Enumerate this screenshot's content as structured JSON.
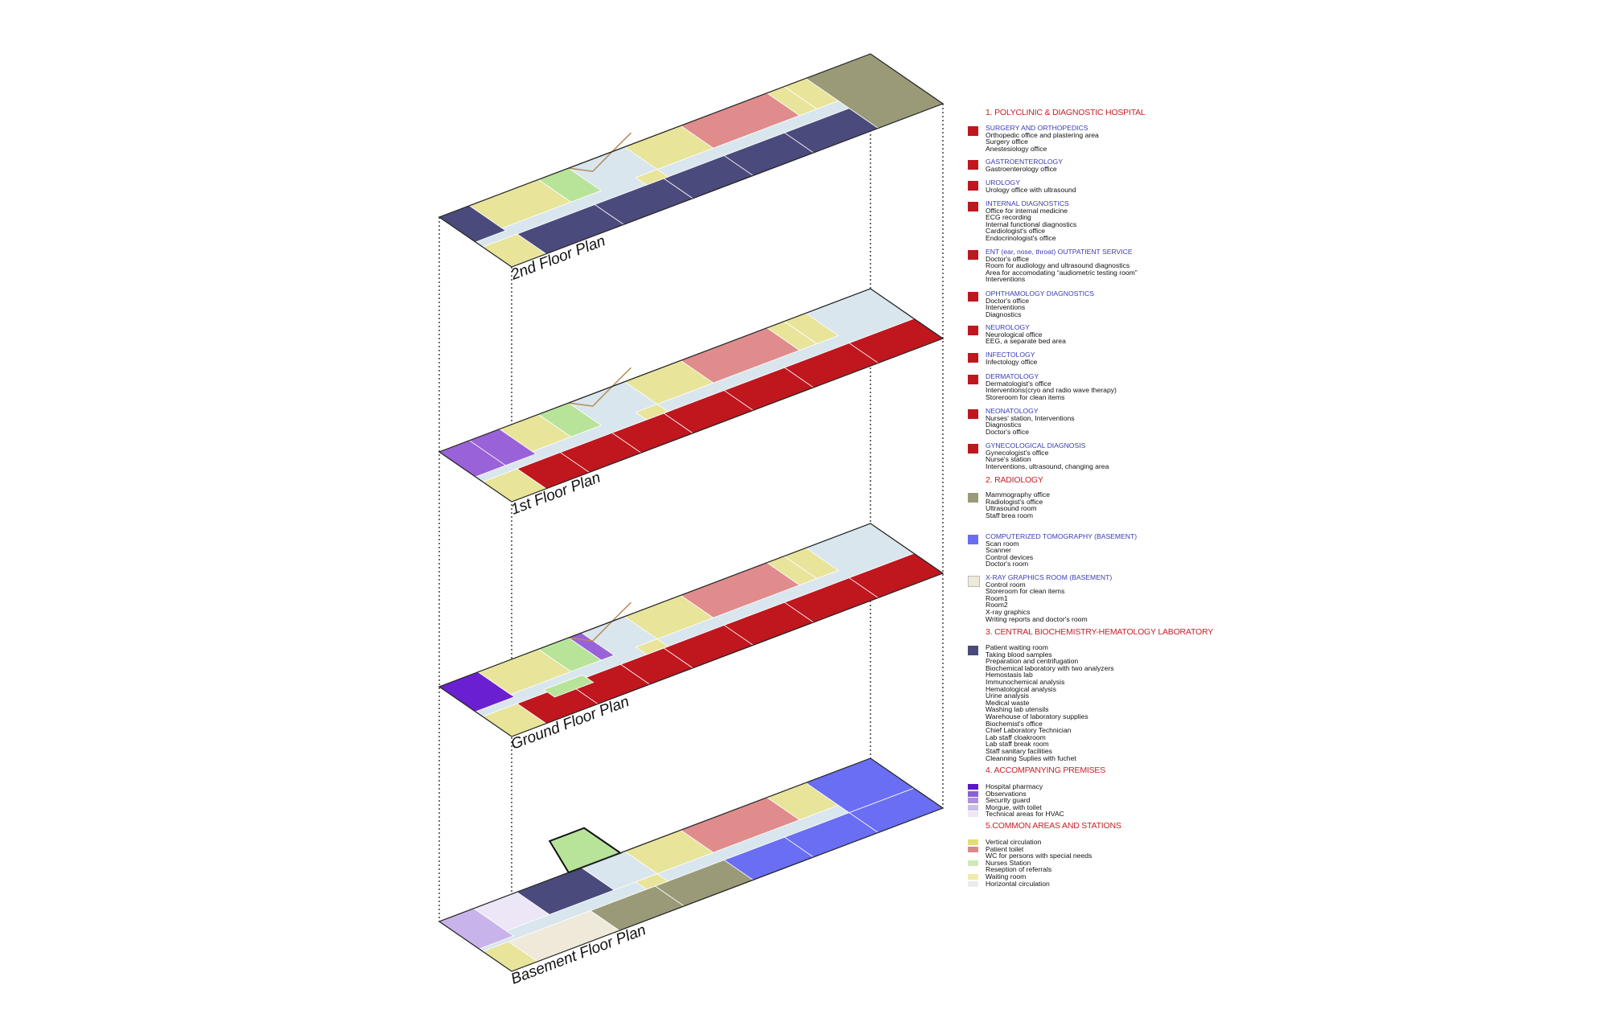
{
  "colors": {
    "red": "#c0161e",
    "navy": "#4a4a7c",
    "yellow": "#e8e49a",
    "lightblue": "#d9e6ee",
    "pink": "#e08c8c",
    "green": "#b8e49a",
    "olive": "#9b9a78",
    "purple": "#9a62d8",
    "violet": "#6a1fd0",
    "lavender": "#c8b4ea",
    "paleLav": "#ece6f6",
    "beige": "#efe9da",
    "ctblue": "#6a6ef2",
    "header": "#c8202a",
    "subhead": "#3a3ab8"
  },
  "floors": [
    {
      "label": "2nd Floor Plan"
    },
    {
      "label": "1st Floor Plan"
    },
    {
      "label": "Ground Floor Plan"
    },
    {
      "label": "Basement Floor Plan"
    }
  ],
  "legend": {
    "sections": [
      "1. POLYCLINIC & DIAGNOSTIC HOSPITAL",
      "2. RADIOLOGY",
      "3. CENTRAL BIOCHEMISTRY-HEMATOLOGY LABORATORY",
      "4. ACCOMPANYING PREMISES",
      "5.COMMON AREAS AND STATIONS"
    ],
    "groups": [
      {
        "color": "#c0161e",
        "title": "SURGERY AND ORTHOPEDICS",
        "lines": [
          "Orthopedic office and plastering area",
          "Surgery office",
          "Anestesiology office"
        ]
      },
      {
        "color": "#c0161e",
        "title": "GASTROENTEROLOGY",
        "lines": [
          "Gastroenterology office"
        ]
      },
      {
        "color": "#c0161e",
        "title": "UROLOGY",
        "lines": [
          "Urology office with ultrasound"
        ]
      },
      {
        "color": "#c0161e",
        "title": "INTERNAL DIAGNOSTICS",
        "lines": [
          "Office for internal medicine",
          "ECG recording",
          "Internal functional diagnostics",
          "Cardiologist's office",
          "Endocrinologist's office"
        ]
      },
      {
        "color": "#c0161e",
        "title": "ENT (ear, nose, throat) OUTPATIENT SERVICE",
        "lines": [
          "Doctor's office",
          "Room for audiology and ultrasound diagnostics",
          "Area for accomodating “audiometric testing room”",
          "Interventions"
        ]
      },
      {
        "color": "#c0161e",
        "title": "OPHTHAMOLOGY DIAGNOSTICS",
        "lines": [
          "Doctor's office",
          "Interventions",
          "Diagnostics"
        ]
      },
      {
        "color": "#c0161e",
        "title": "NEUROLOGY",
        "lines": [
          "Neurological office",
          "EEG, a separate bed area"
        ]
      },
      {
        "color": "#c0161e",
        "title": "INFECTOLOGY",
        "lines": [
          "Infectology office"
        ]
      },
      {
        "color": "#c0161e",
        "title": "DERMATOLOGY",
        "lines": [
          "Dermatologist's office",
          "Interventions(cryo and radio wave therapy)",
          "Storeroom for clean items"
        ]
      },
      {
        "color": "#c0161e",
        "title": "NEONATOLOGY",
        "lines": [
          "Nurses' station, Interventions",
          "Diagnostics",
          "Doctor's office"
        ]
      },
      {
        "color": "#c0161e",
        "title": "GYNECOLOGICAL DIAGNOSIS",
        "lines": [
          "Gynecologist's office",
          "Nurse's station",
          "Interventions, ultrasound, changing area"
        ]
      },
      {
        "color": "#9b9a78",
        "title": "",
        "lines": [
          "Mammography office",
          "Radiologist's office",
          "Ultrasound room",
          "Staff brea room"
        ]
      },
      {
        "color": "#6a6ef2",
        "title": "COMPUTERIZED TOMOGRAPHY (BASEMENT)",
        "lines": [
          "Scan room",
          "Scanner",
          "Control devices",
          "Doctor's room"
        ]
      },
      {
        "color": "#efe9da",
        "title": "X-RAY GRAPHICS ROOM (BASEMENT)",
        "lines": [
          "Control room",
          "Storeroom for clean items",
          "Room1",
          "Room2",
          "X-ray graphics",
          "Writing reports and doctor's room"
        ]
      },
      {
        "color": "#4a4a7c",
        "title": "",
        "lines": [
          "Patient waiting room",
          "Taking blood samples",
          "Preparation and centrifugation",
          "Biochemical laboratory with two analyzers",
          "Hemostasis lab",
          "Immunochemical analysis",
          "Hematological analysis",
          "Urine analysis",
          "Medical waste",
          "Washing lab utensils",
          "Warehouse of laboratory supplies",
          "Biochemist's office",
          "Chief Laboratory Technician",
          "Lab staff cloakroom",
          "Lab staff break room",
          "Staff sanitary facilities",
          "Cleanning Suplies with fuchet"
        ]
      }
    ],
    "accompanying": [
      {
        "color": "#5a18c8",
        "label": "Hospital pharmacy"
      },
      {
        "color": "#8a60d8",
        "label": "Observations"
      },
      {
        "color": "#ad90e2",
        "label": "Security guard"
      },
      {
        "color": "#cbbde8",
        "label": "Morgue, with toilet"
      },
      {
        "color": "#ece6f6",
        "label": "Technical areas for HVAC"
      }
    ],
    "common": [
      {
        "color": "#e4dc78",
        "label": "Vertical circulation"
      },
      {
        "color": "#d88a8a",
        "label": "Patient toilet"
      },
      {
        "color": "",
        "label": "WC for persons with special needs"
      },
      {
        "color": "#cdeab4",
        "label": "Nurses Station"
      },
      {
        "color": "",
        "label": "Reseption of referrals"
      },
      {
        "color": "#eeeca8",
        "label": "Waiting room"
      },
      {
        "color": "#ececec",
        "label": "Horizontal circulation"
      }
    ]
  }
}
